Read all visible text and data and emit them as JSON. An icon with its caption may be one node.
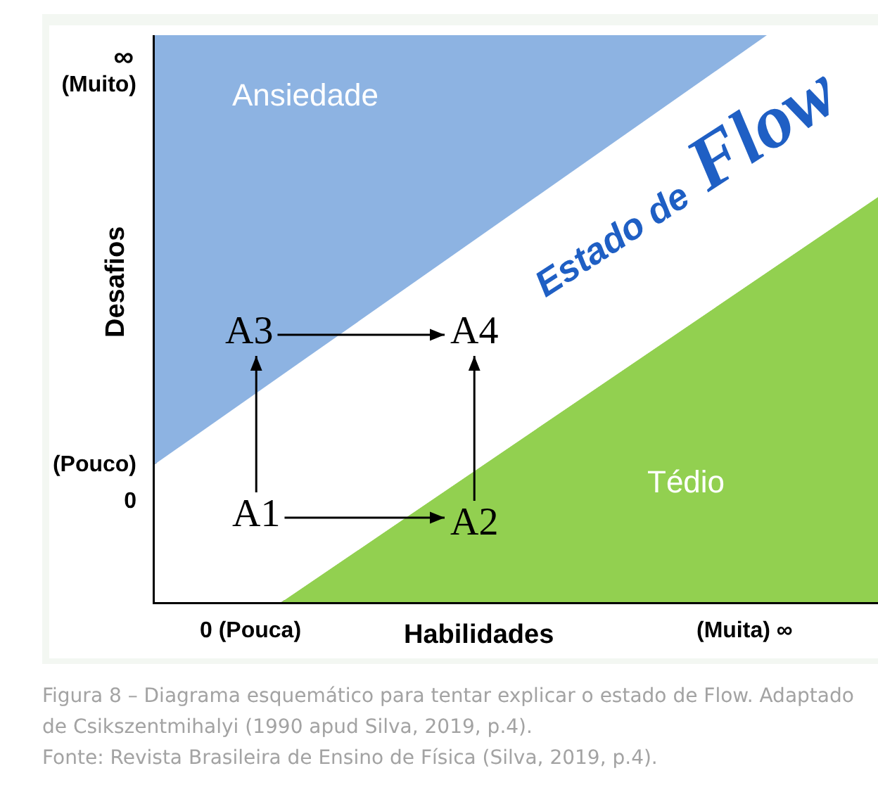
{
  "diagram": {
    "caption": "Figura 8 – Diagrama esquemático para tentar explicar o estado de Flow. Adaptado de Csikszentmihalyi (1990 apud Silva, 2019, p.4).",
    "nodes": [
      {
        "text": [
          "Ansiedade"
        ]
      },
      {
        "text": [
          "Estado de",
          "Flow"
        ]
      },
      {
        "text": [
          "Tédio"
        ]
      },
      {
        "text": [
          "A1"
        ]
      },
      {
        "text": [
          "A2"
        ]
      },
      {
        "text": [
          "A3"
        ]
      },
      {
        "text": [
          "A4"
        ]
      }
    ],
    "edges": [
      {
        "from": 3,
        "to": 4,
        "arrow": "to"
      },
      {
        "from": 3,
        "to": 5,
        "arrow": "to"
      },
      {
        "from": 5,
        "to": 6,
        "arrow": "to"
      },
      {
        "from": 4,
        "to": 6,
        "arrow": "to"
      }
    ],
    "labels": [
      "∞",
      "(Muito)",
      "Desafios",
      "(Pouco)",
      "0",
      "0 (Pouca)",
      "Habilidades",
      "(Muita) ∞",
      "Fonte: Revista Brasileira de Ensino de Física (Silva, 2019, p.4)."
    ]
  }
}
